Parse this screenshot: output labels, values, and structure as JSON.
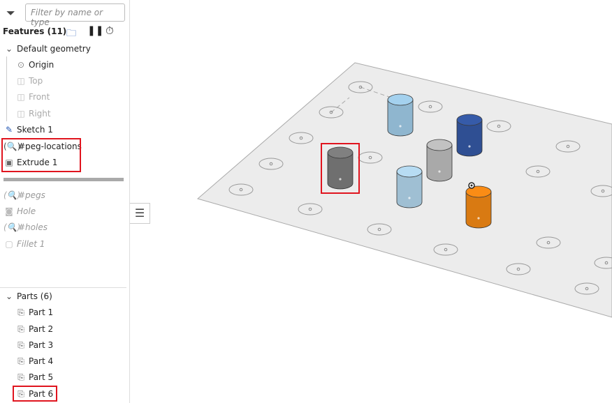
{
  "toolbar": {
    "filter_placeholder": "Filter by name or type",
    "features_label": "Features (11)"
  },
  "features": [
    {
      "label": "Default geometry",
      "icon": "chevron-down-icon"
    },
    {
      "label": "Origin",
      "icon": "origin-icon"
    },
    {
      "label": "Top",
      "icon": "plane-icon"
    },
    {
      "label": "Front",
      "icon": "plane-icon"
    },
    {
      "label": "Right",
      "icon": "plane-icon"
    },
    {
      "label": "Sketch 1",
      "icon": "sketch-icon"
    },
    {
      "label": "#peg-locations",
      "icon": "query-icon"
    },
    {
      "label": "Extrude 1",
      "icon": "extrude-icon"
    }
  ],
  "rolled_back": [
    {
      "label": "#pegs",
      "icon": "query-icon"
    },
    {
      "label": "Hole",
      "icon": "hole-icon"
    },
    {
      "label": "#holes",
      "icon": "query-icon"
    },
    {
      "label": "Fillet 1",
      "icon": "fillet-icon"
    }
  ],
  "parts": {
    "header": "Parts (6)",
    "items": [
      "Part 1",
      "Part 2",
      "Part 3",
      "Part 4",
      "Part 5",
      "Part 6"
    ]
  },
  "highlight_color": "#e0141e",
  "cylinders": [
    {
      "color": "#8fb6cf"
    },
    {
      "color": "#2f4f93"
    },
    {
      "color": "#a9a9a9"
    },
    {
      "color": "#6f6f6f"
    },
    {
      "color": "#9fbfd3"
    },
    {
      "color": "#d97a12"
    }
  ]
}
